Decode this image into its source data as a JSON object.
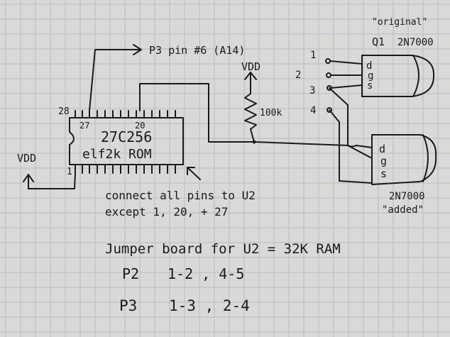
{
  "chip": {
    "name": "27C256",
    "subtitle": "elf2k ROM",
    "pin28": "28",
    "pin27": "27",
    "pin20": "20",
    "pin1": "1"
  },
  "top_label": "P3 pin #6 (A14)",
  "vdd_left": "VDD",
  "vdd_top": "VDD",
  "resistor": "100k",
  "note_line1": "connect all pins to U2",
  "note_line2": "except 1, 20, + 27",
  "jumper": {
    "title": "Jumper board for U2 = 32K RAM",
    "p2_name": "P2",
    "p2_pins": "1-2 , 4-5",
    "p3_name": "P3",
    "p3_pins": "1-3 , 2-4"
  },
  "jumper_pins": [
    "1",
    "2",
    "3",
    "4"
  ],
  "q1": {
    "designator": "Q1",
    "part": "2N7000",
    "quote": "\"original\""
  },
  "q2": {
    "part": "2N7000",
    "quote": "\"added\""
  },
  "gate_labels": [
    "d",
    "g",
    "s"
  ]
}
